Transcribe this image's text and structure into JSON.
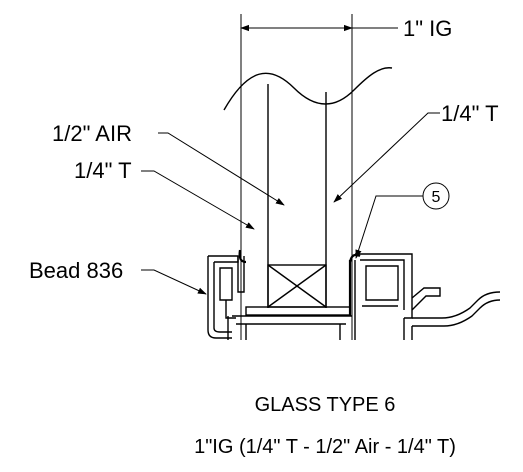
{
  "dimension": {
    "overall": "1\" IG"
  },
  "callouts": {
    "air": "1/2\" AIR",
    "inner_pane": "1/4\" T",
    "outer_pane": "1/4\" T",
    "bead": "Bead 836"
  },
  "detail_marker": "5",
  "caption": {
    "title": "GLASS TYPE 6",
    "spec": "1\"IG (1/4\" T - 1/2\" Air - 1/4\" T)"
  }
}
